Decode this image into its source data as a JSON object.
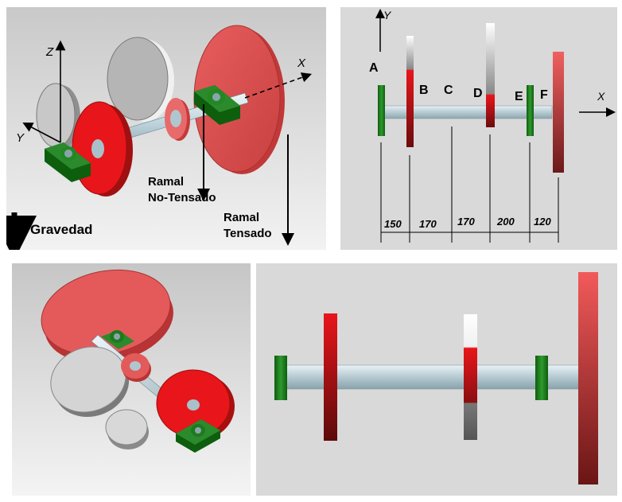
{
  "views": {
    "iso_top": {
      "axis_z": "Z",
      "axis_y": "Y",
      "axis_x": "X",
      "ramal_no_tensado": [
        "Ramal",
        "No-Tensado"
      ],
      "ramal_tensado": [
        "Ramal",
        "Tensado"
      ],
      "gravedad": "Gravedad"
    },
    "front": {
      "axis_y": "Y",
      "axis_x": "X",
      "points": [
        "A",
        "B",
        "C",
        "D",
        "E",
        "F"
      ],
      "dimensions": [
        "150",
        "170",
        "170",
        "200",
        "120"
      ]
    }
  },
  "colors": {
    "pulley_red": "#e8151b",
    "large_pulley": "#dd4a4a",
    "bearing_green": "#1e7a1e",
    "shaft": "#b9cfd8",
    "grey_disk": "#b5b5b5",
    "panel_bg": "#d9d9d9"
  }
}
